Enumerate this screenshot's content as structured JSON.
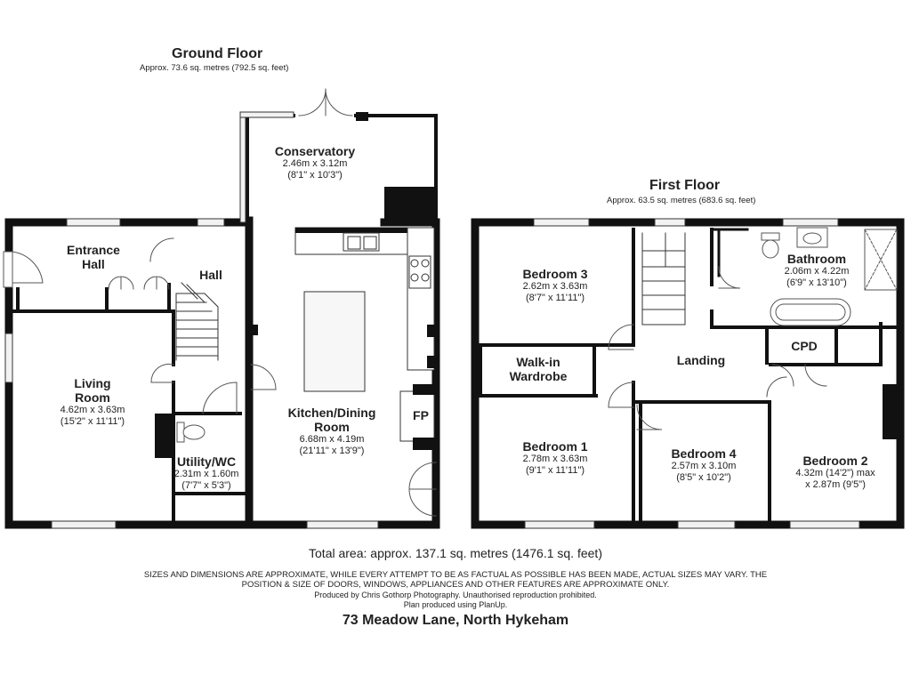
{
  "ground_floor": {
    "title": "Ground Floor",
    "area": "Approx. 73.6 sq. metres (792.5 sq. feet)",
    "rooms": [
      {
        "key": "conservatory",
        "name": "Conservatory",
        "lines": [
          "2.46m x 3.12m",
          "(8'1\" x 10'3\")"
        ]
      },
      {
        "key": "entrance-hall",
        "name": "Entrance\nHall",
        "lines": []
      },
      {
        "key": "hall",
        "name": "Hall",
        "lines": []
      },
      {
        "key": "living-room",
        "name": "Living\nRoom",
        "lines": [
          "4.62m x 3.63m",
          "(15'2\" x 11'11\")"
        ]
      },
      {
        "key": "kitchen-dining",
        "name": "Kitchen/Dining\nRoom",
        "lines": [
          "6.68m x 4.19m",
          "(21'11\" x 13'9\")"
        ]
      },
      {
        "key": "utility-wc",
        "name": "Utility/WC",
        "lines": [
          "2.31m x 1.60m",
          "(7'7\" x 5'3\")"
        ]
      },
      {
        "key": "fp",
        "name": "FP",
        "lines": []
      }
    ]
  },
  "first_floor": {
    "title": "First Floor",
    "area": "Approx. 63.5 sq. metres (683.6 sq. feet)",
    "rooms": [
      {
        "key": "bedroom-3",
        "name": "Bedroom 3",
        "lines": [
          "2.62m x 3.63m",
          "(8'7\" x 11'11\")"
        ]
      },
      {
        "key": "bathroom",
        "name": "Bathroom",
        "lines": [
          "2.06m x 4.22m",
          "(6'9\" x 13'10\")"
        ]
      },
      {
        "key": "walk-in-wardrobe",
        "name": "Walk-in\nWardrobe",
        "lines": []
      },
      {
        "key": "landing",
        "name": "Landing",
        "lines": []
      },
      {
        "key": "cpd",
        "name": "CPD",
        "lines": []
      },
      {
        "key": "bedroom-1",
        "name": "Bedroom 1",
        "lines": [
          "2.78m x 3.63m",
          "(9'1\" x 11'11\")"
        ]
      },
      {
        "key": "bedroom-4",
        "name": "Bedroom 4",
        "lines": [
          "2.57m x 3.10m",
          "(8'5\" x 10'2\")"
        ]
      },
      {
        "key": "bedroom-2",
        "name": "Bedroom 2",
        "lines": [
          "4.32m (14'2\") max",
          "x 2.87m (9'5\")"
        ]
      }
    ]
  },
  "footer": {
    "total_area": "Total area: approx. 137.1 sq. metres (1476.1 sq. feet)",
    "disclaimer_line1": "SIZES AND DIMENSIONS ARE APPROXIMATE, WHILE EVERY ATTEMPT TO BE AS FACTUAL AS POSSIBLE HAS BEEN MADE, ACTUAL SIZES MAY VARY. THE",
    "disclaimer_line2": "POSITION & SIZE OF DOORS, WINDOWS, APPLIANCES AND OTHER FEATURES ARE APPROXIMATE ONLY.",
    "credit_line1": "Produced by Chris Gothorp Photography. Unauthorised reproduction prohibited.",
    "credit_line2": "Plan produced using PlanUp.",
    "address": "73 Meadow Lane, North Hykeham"
  },
  "colors": {
    "wall": "#111111",
    "fixture": "#555555",
    "fill": "#ffffff",
    "window": "#f2f2f2",
    "island": "#f7f7f7"
  }
}
